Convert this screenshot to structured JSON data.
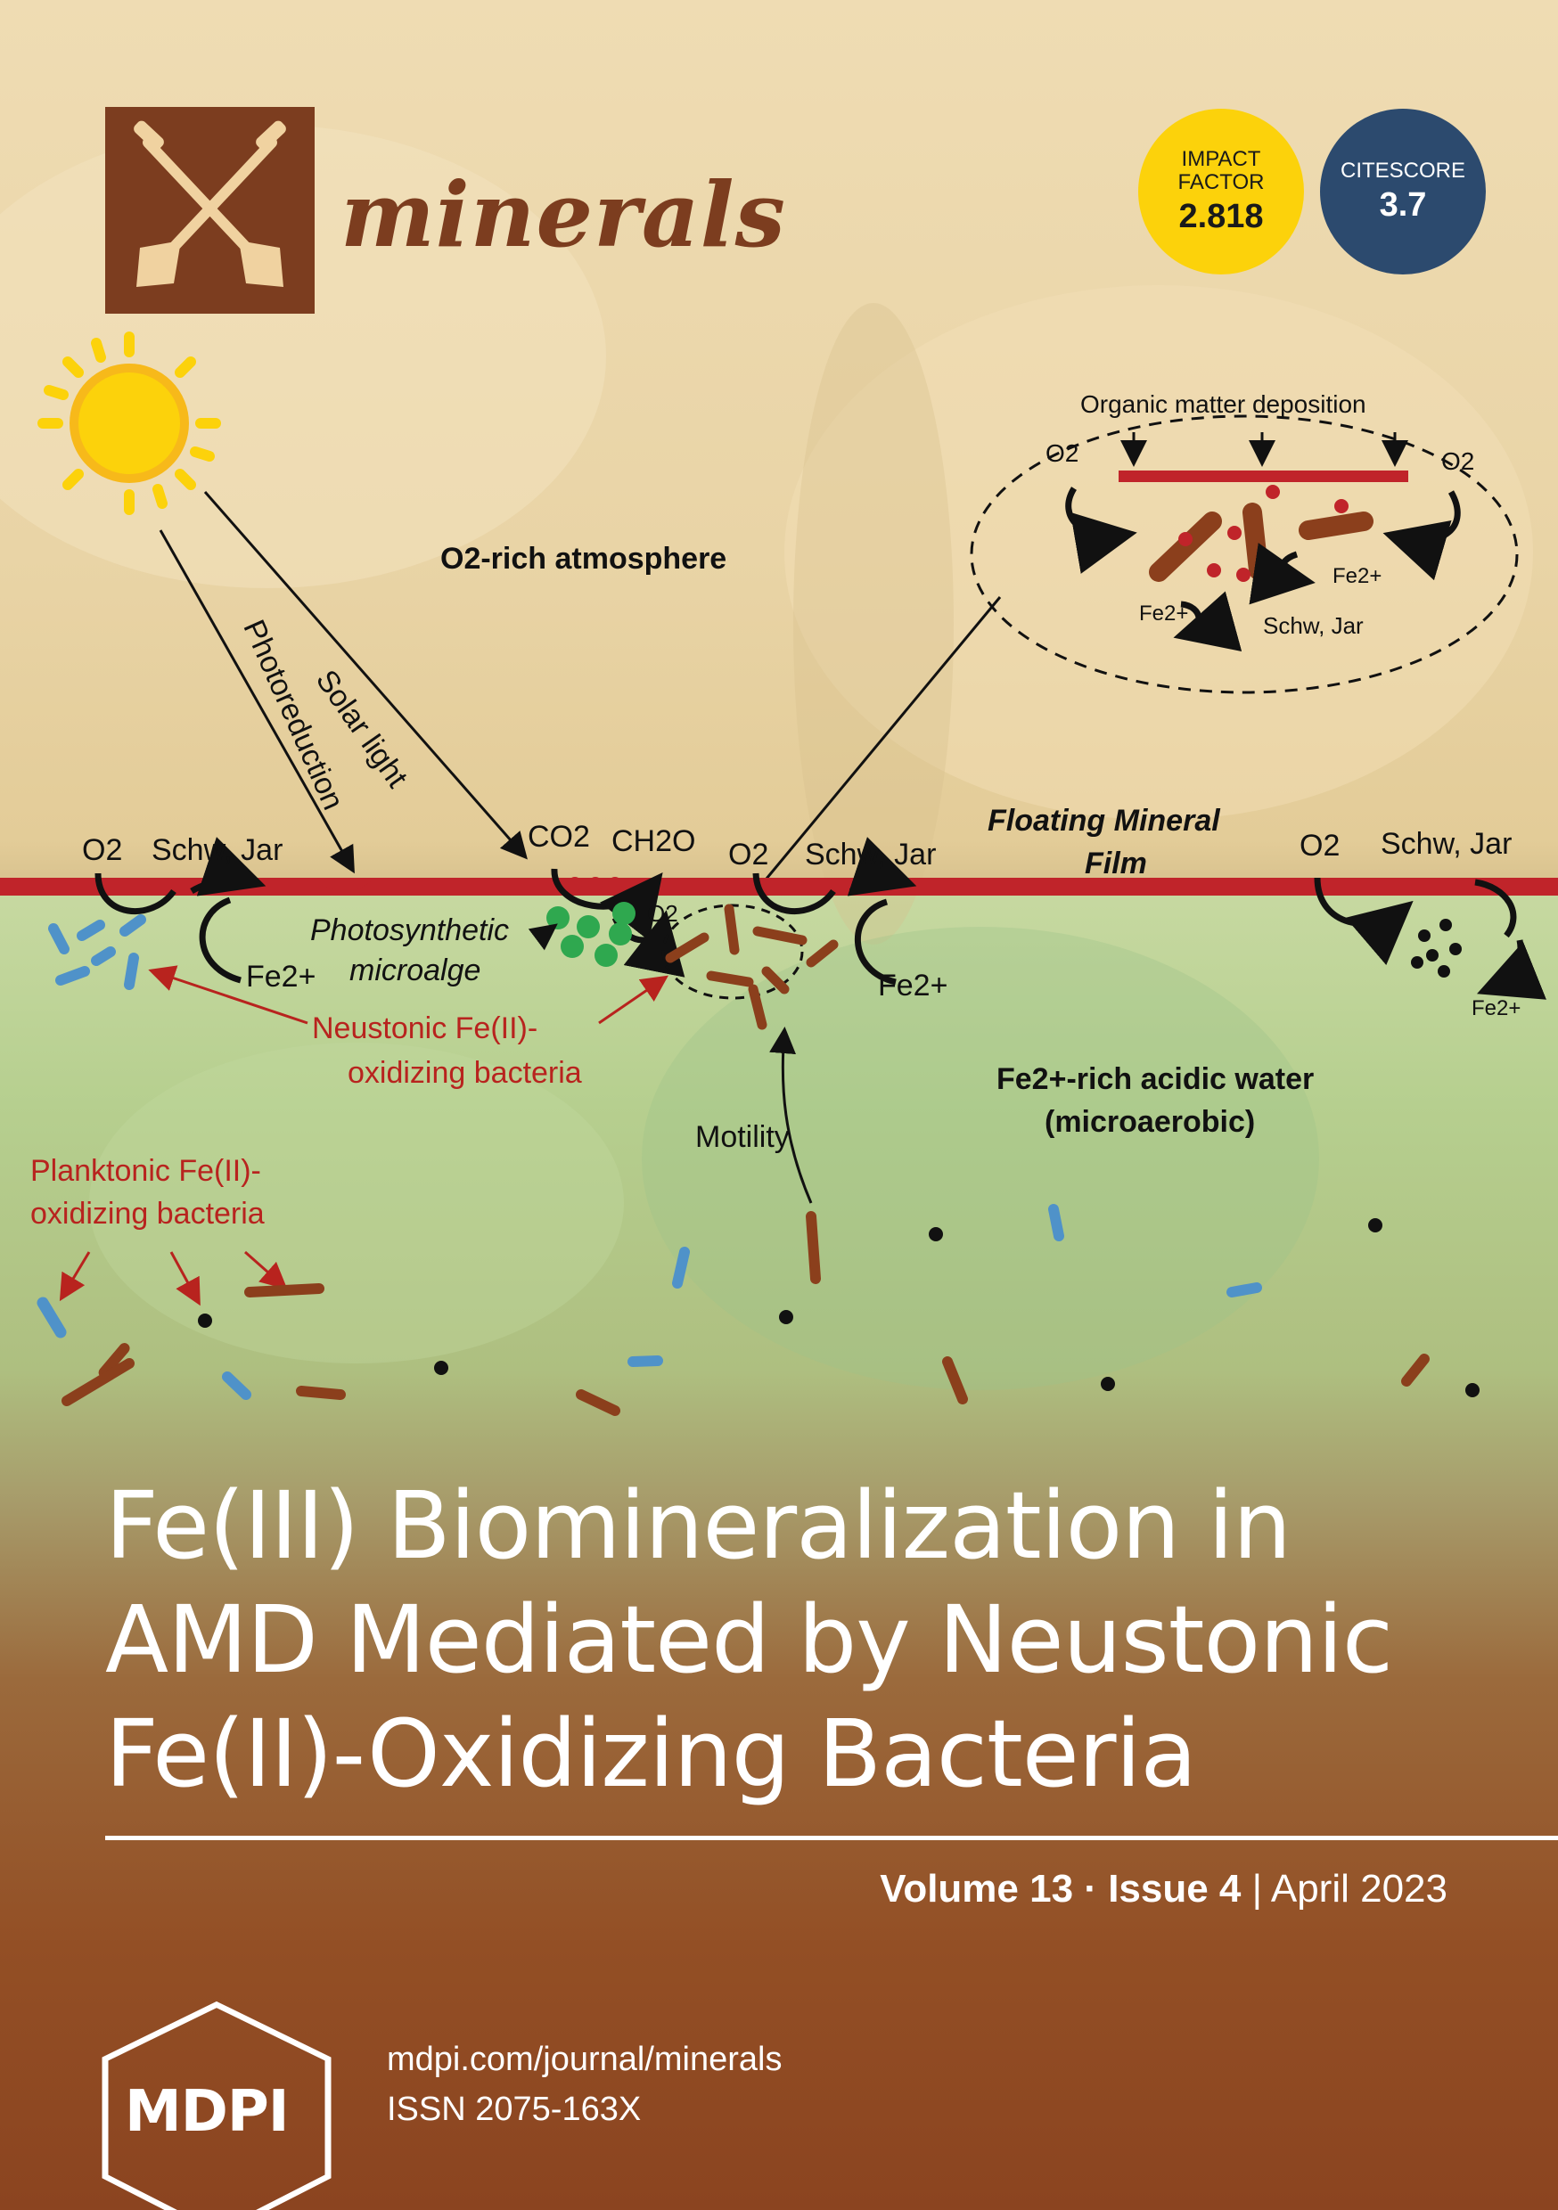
{
  "journal": {
    "name": "minerals"
  },
  "badges": {
    "impact_factor_label_1": "IMPACT",
    "impact_factor_label_2": "FACTOR",
    "impact_factor_value": "2.818",
    "citescore_label": "CITESCORE",
    "citescore_value": "3.7"
  },
  "colors": {
    "brand_brown": "#7c3d1f",
    "impact_yellow": "#fcd20b",
    "citescore_blue": "#2c4a6e",
    "film_red": "#c0242a",
    "label_red": "#b8231e"
  },
  "diagram": {
    "organic_matter": "Organic matter deposition",
    "atmosphere": "O2-rich atmosphere",
    "solar_light": "Solar light",
    "photoreduction": "Photoreduction",
    "floating_film_1": "Floating Mineral",
    "floating_film_2": "Film",
    "schw_jar": "Schw, Jar",
    "co2": "CO2",
    "ch2o": "CH2O",
    "o2": "O2",
    "fe2": "Fe2+",
    "photosynthetic_1": "Photosynthetic",
    "photosynthetic_2": "microalge",
    "neustonic_1": "Neustonic Fe(II)-",
    "neustonic_2": "oxidizing bacteria",
    "planktonic_1": "Planktonic Fe(II)-",
    "planktonic_2": "oxidizing bacteria",
    "water_1": "Fe2+-rich acidic water",
    "water_2": "(microaerobic)",
    "motility": "Motility"
  },
  "cover": {
    "title_line_1": "Fe(III) Biomineralization in",
    "title_line_2": "AMD Mediated by Neustonic",
    "title_line_3": "Fe(II)-Oxidizing Bacteria",
    "volume": "Volume 13",
    "issue": "Issue 4",
    "date": "April 2023"
  },
  "footer": {
    "publisher": "MDPI",
    "url": "mdpi.com/journal/minerals",
    "issn": "ISSN 2075-163X"
  }
}
